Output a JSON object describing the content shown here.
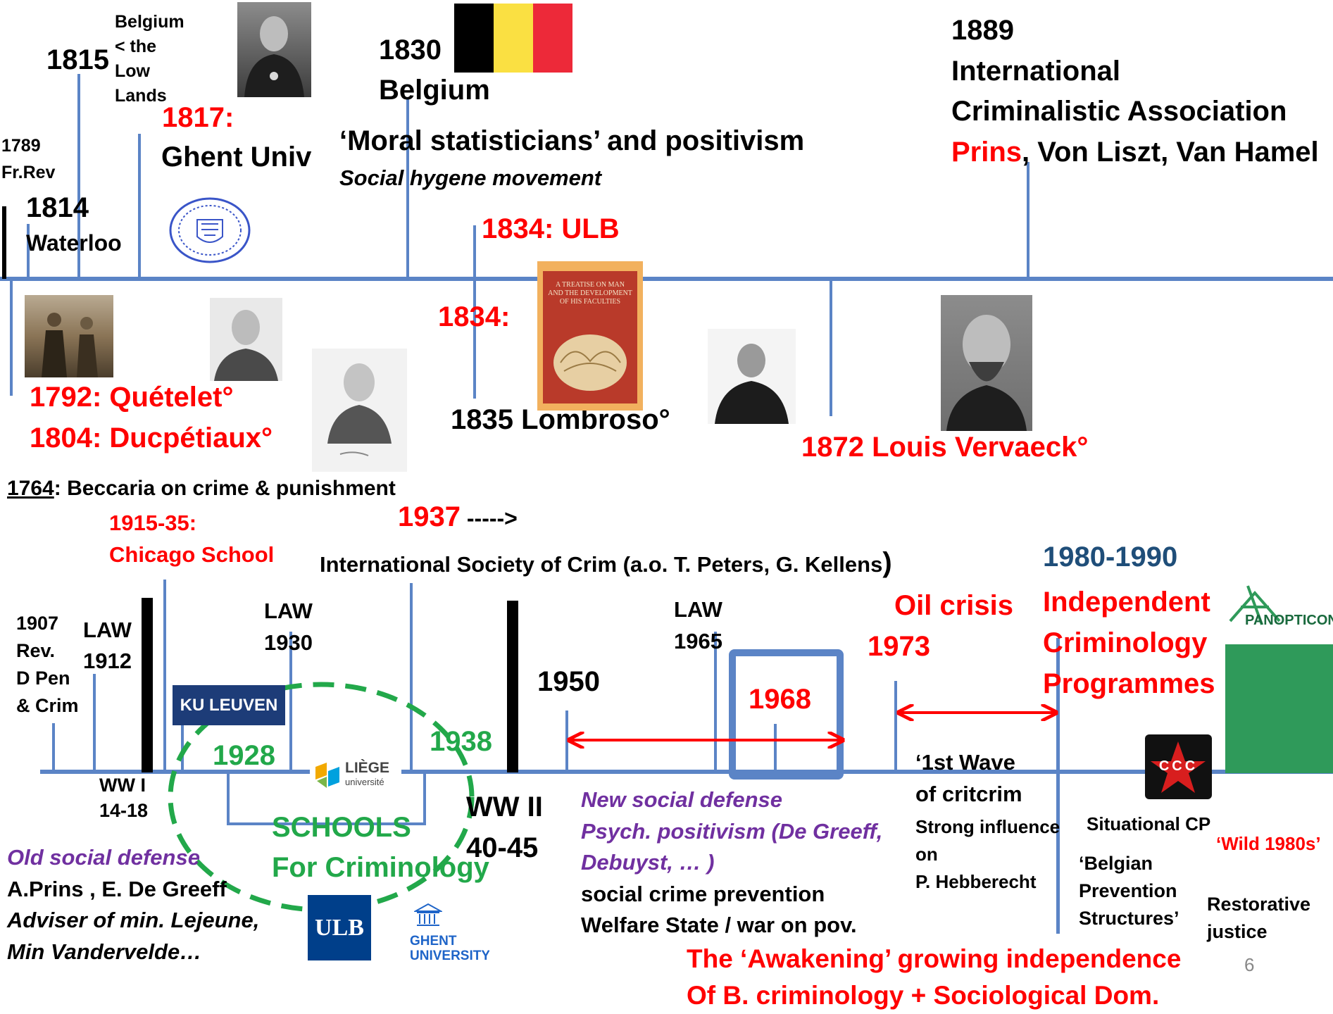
{
  "top": {
    "belgium_low_lands": [
      "Belgium",
      "< the",
      "Low",
      "Lands"
    ],
    "y1815": "1815",
    "y1789": [
      "1789",
      "Fr.Rev"
    ],
    "y1814": "1814",
    "waterloo": "Waterloo",
    "y1817": "1817:",
    "ghent_univ": "Ghent Univ",
    "y1830": "1830",
    "belgium": "Belgium",
    "moral": "‘Moral statisticians’ and positivism",
    "hygiene": "Social hygene movement",
    "ulb1834": "1834: ULB",
    "y1834": "1834:",
    "quetelet": "1792: Quételet°",
    "ducpetiaux": "1804: Ducpétiaux°",
    "lombroso": "1835 Lombroso°",
    "vervaeck": "1872 Louis Vervaeck°",
    "y1889": "1889",
    "ica1": "International",
    "ica2": "Criminalistic Association",
    "prins": "Prins",
    "ica_rest": ", Von Liszt, Van Hamel",
    "book_title": [
      "A TREATISE ON MAN",
      "AND THE DEVELOPMENT",
      "OF HIS FACULTIES"
    ]
  },
  "middle": {
    "beccaria_year": "1764",
    "beccaria_rest": ": Beccaria on crime & punishment",
    "chicago1": "1915-35:",
    "chicago2": "Chicago School",
    "y1937": "1937",
    "arrow1937": " ----->",
    "isc": "International Society of Crim (a.o. T. Peters,  G. Kellens",
    "isc_paren": ")"
  },
  "bottom": {
    "y1907": [
      "1907",
      "Rev.",
      "D Pen",
      "& Crim"
    ],
    "law1912": [
      "LAW",
      "1912"
    ],
    "wwi": [
      "WW I",
      "14-18"
    ],
    "law1930": [
      "LAW",
      "1930"
    ],
    "kuleuven": "KU LEUVEN",
    "y1928": "1928",
    "liege1": "LIÈGE",
    "liege2": "université",
    "y1938": "1938",
    "schools1": "SCHOOLS",
    "schools2": "For Criminology",
    "wwii": [
      "WW II",
      "40-45"
    ],
    "y1950": "1950",
    "law1965": [
      "LAW",
      "1965"
    ],
    "y1968": "1968",
    "oil1": "Oil crisis",
    "oil2": "1973",
    "indep_year": "1980-1990",
    "indep": [
      "Independent",
      "Criminology",
      "Programmes"
    ],
    "panopticon": "PANOPTICON",
    "old_defense": "Old social  defense",
    "prins_greeff": "A.Prins , E. De Greeff",
    "adviser": "Adviser of min. Lejeune,",
    "vandervelde": "Min Vandervelde…",
    "ulb": "ULB",
    "ghent1": "GHENT",
    "ghent2": "UNIVERSITY",
    "new_defense": "New social defense",
    "psych": "Psych. positivism (De Greeff,",
    "debuyst": "Debuyst, … )",
    "social_prev": "social crime prevention",
    "welfare": "Welfare State / war on pov.",
    "wave1": "‘1st Wave",
    "wave2": "of critcrim",
    "influence": [
      "Strong influence",
      " on",
      "P. Hebberecht"
    ],
    "situational": "Situational CP",
    "belgian_prev": [
      "‘Belgian",
      "Prevention",
      "Structures’"
    ],
    "ccc": "CCC",
    "wild": "‘Wild 1980s’",
    "restorative": [
      "Restorative",
      "justice"
    ],
    "awakening1": "The ‘Awakening’ growing independence",
    "awakening2": "Of B. criminology  + Sociological Dom.",
    "page_number": "6"
  },
  "colors": {
    "timeline_blue": "#5b84c6",
    "red": "#ff0000",
    "green": "#22a84a",
    "purple": "#7030a0",
    "navy": "#1f4e79",
    "flag": [
      "#000000",
      "#fae042",
      "#ed2939"
    ]
  }
}
